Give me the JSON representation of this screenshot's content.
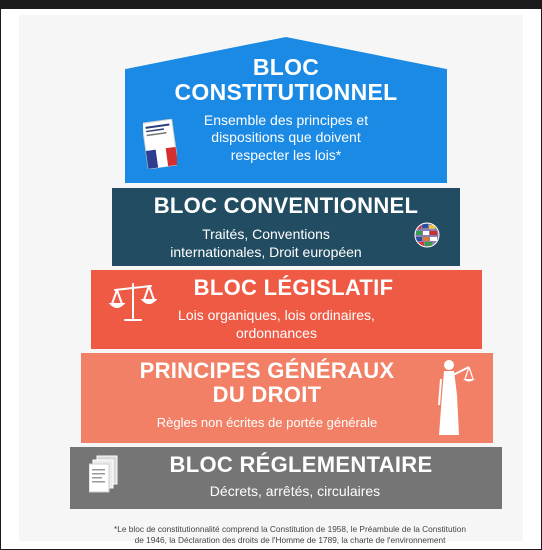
{
  "tiers": [
    {
      "title_lines": [
        "BLOC",
        "CONSTITUTIONNEL"
      ],
      "subtitle_lines": [
        "Ensemble des principes et",
        "dispositions que doivent",
        "respecter les lois*"
      ],
      "color": "#1a8ae4",
      "icon": "constitution-book-icon"
    },
    {
      "title": "BLOC CONVENTIONNEL",
      "subtitle_lines": [
        "Traités, Conventions",
        "internationales, Droit européen"
      ],
      "color": "#224c61",
      "icon": "flags-globe-icon"
    },
    {
      "title": "BLOC LÉGISLATIF",
      "subtitle_lines": [
        "Lois organiques, lois ordinaires,",
        "ordonnances"
      ],
      "color": "#ef5a45",
      "icon": "scales-icon"
    },
    {
      "title_lines": [
        "PRINCIPES GÉNÉRAUX",
        "DU DROIT"
      ],
      "subtitle": "Règles non écrites de portée générale",
      "color": "#f28066",
      "icon": "lady-justice-icon"
    },
    {
      "title": "BLOC RÉGLEMENTAIRE",
      "subtitle": "Décrets, arrêtés, circulaires",
      "color": "#757575",
      "icon": "documents-icon"
    }
  ],
  "footnote_lines": [
    "*Le bloc de constitutionnalité comprend la Constitution de 1958, le Préambule de la Constitution",
    "de 1946, la Déclaration des droits de l'Homme de 1789, la charte de l'environnement"
  ]
}
